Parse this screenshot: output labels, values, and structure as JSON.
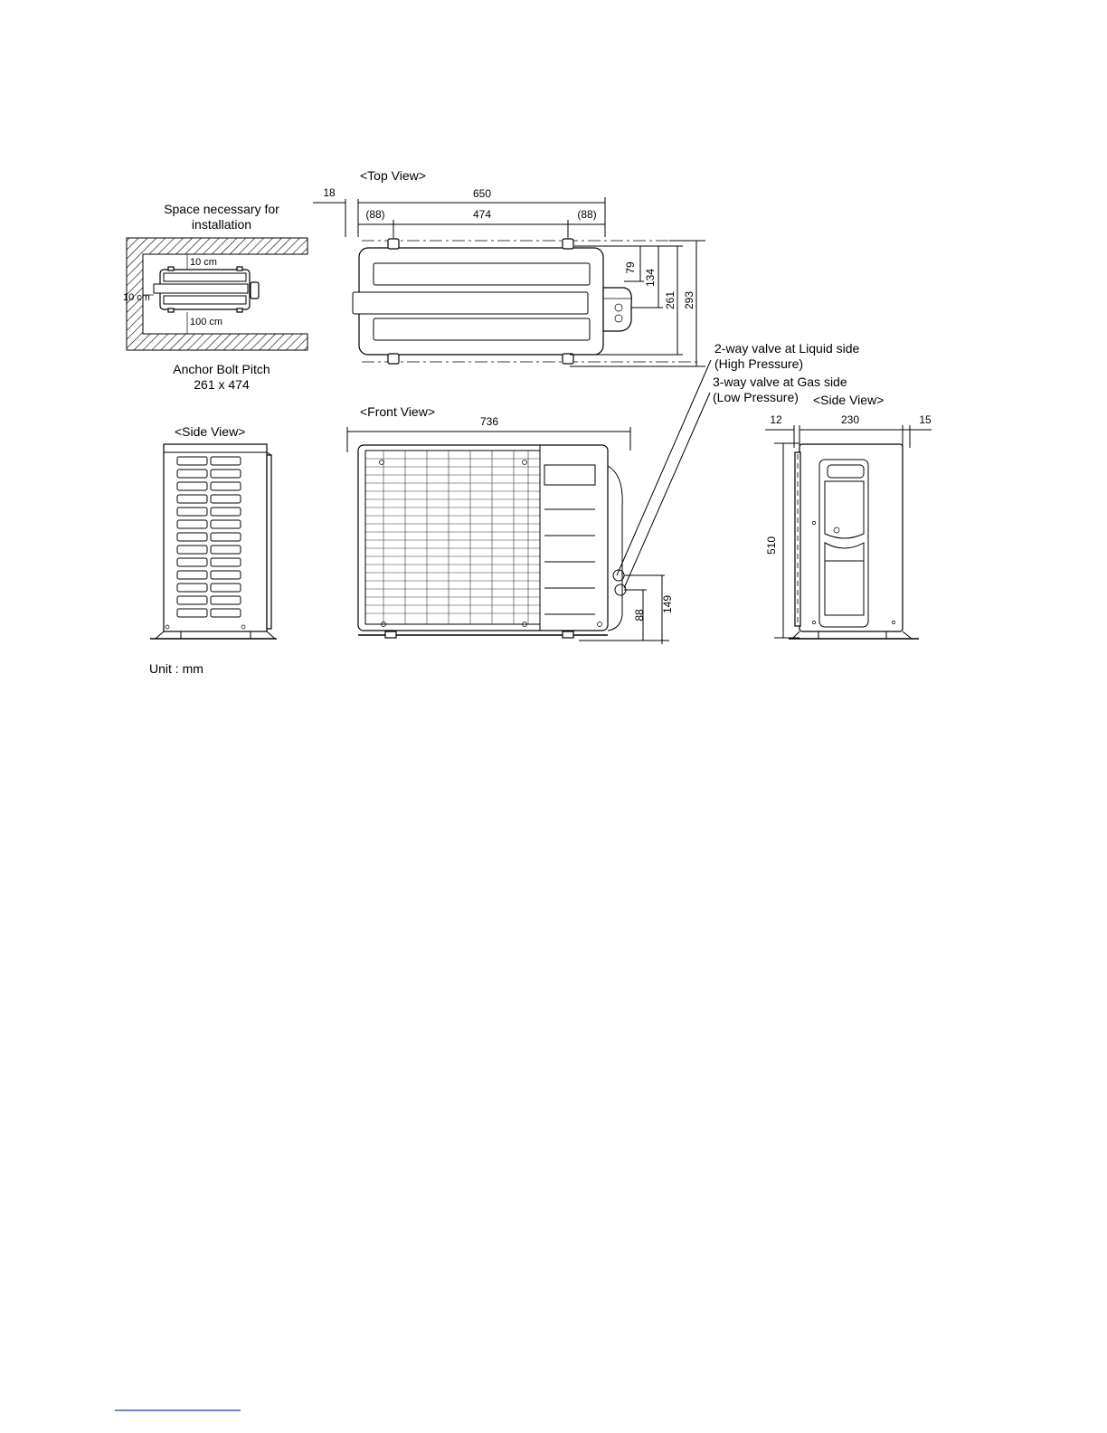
{
  "texts": {
    "space_line1": "Space necessary for",
    "space_line2": "installation",
    "clear_top": "10 cm",
    "clear_left": "10 cm",
    "clear_front": "100 cm",
    "anchor_line1": "Anchor Bolt Pitch",
    "anchor_line2": "261 x 474",
    "top_view": "<Top View>",
    "front_view": "<Front View>",
    "side_view_left": "<Side View>",
    "side_view_right": "<Side View>",
    "unit": "Unit : mm",
    "valve1_line1": "2-way valve at Liquid side",
    "valve1_line2": "(High Pressure)",
    "valve2_line1": "3-way valve at Gas side",
    "valve2_line2": "(Low Pressure)"
  },
  "dimensions": {
    "top_overhang": "18",
    "top_width": "650",
    "top_left_offset": "(88)",
    "top_pitch": "474",
    "top_right_offset": "(88)",
    "depth_79": "79",
    "depth_134": "134",
    "depth_261": "261",
    "depth_293": "293",
    "front_width": "736",
    "valve_88": "88",
    "valve_149": "149",
    "side_12": "12",
    "side_230": "230",
    "side_15": "15",
    "height_510": "510"
  }
}
